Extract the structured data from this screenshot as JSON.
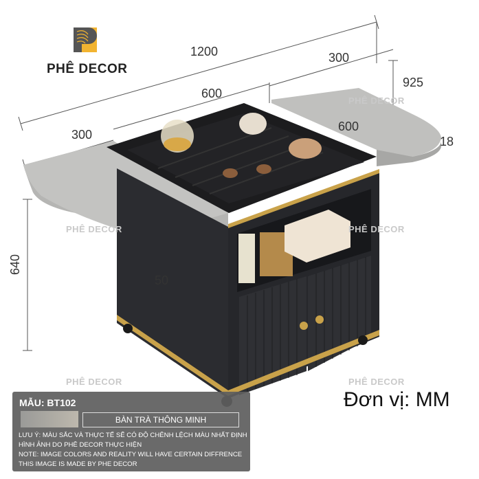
{
  "brand": {
    "name": "PHÊ DECOR"
  },
  "dimensions": {
    "total_width": "1200",
    "side_right_top": "300",
    "center_top": "600",
    "side_left": "300",
    "depth": "600",
    "height_overall": "925",
    "top_thickness": "18",
    "body_height": "640",
    "leaf_drop": "50"
  },
  "watermarks": [
    "PHÊ DECOR",
    "PHÊ DECOR",
    "PHÊ DECOR",
    "PHÊ DECOR",
    "PHÊ DECOR"
  ],
  "unit_label": "Đơn vị: MM",
  "info": {
    "model": "MẪU: BT102",
    "product_name": "BÀN TRÀ THÔNG MINH",
    "note_line1": "LƯU Ý: MÀU SẮC VÀ THỰC TẾ SẼ CÓ ĐỘ CHÊNH LỆCH MÀU NHẤT ĐỊNH",
    "note_line2": "HÌNH ẢNH DO PHÊ DECOR THỰC HIỆN",
    "note_line3": "NOTE: IMAGE COLORS AND REALITY WILL HAVE CERTAIN DIFFRENCE",
    "note_line4": "THIS IMAGE IS MADE BY PHE DECOR"
  },
  "colors": {
    "stone": "#b9b9b7",
    "cabinet": "#2b2c30",
    "gold": "#c9a24a",
    "tray": "#1c1c1e",
    "brand_yellow": "#f2b431"
  }
}
